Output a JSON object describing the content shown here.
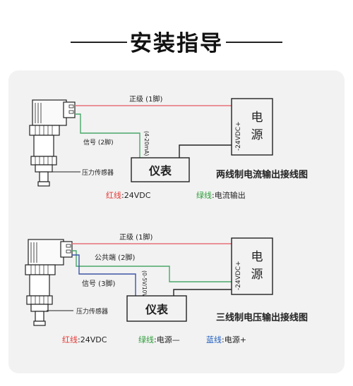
{
  "page": {
    "title": "安装指导"
  },
  "diagram_two_wire": {
    "positive_label": "正级 (1脚)",
    "signal_label": "信号 (2脚)",
    "range_label": "(4-20mA)",
    "sensor_label": "压力传感器",
    "meter_label": "仪表",
    "power_label_top": "电",
    "power_label_bottom": "源",
    "voltage_label": "-24VDC+",
    "title": "两线制电流输出接线图",
    "legend": [
      {
        "key": "红线",
        "sep": ":",
        "value": "24VDC",
        "color": "#e53935"
      },
      {
        "key": "绿线",
        "sep": ":",
        "value": "电流输出",
        "color": "#2e9e3a"
      }
    ]
  },
  "diagram_three_wire": {
    "positive_label": "正级 (1脚)",
    "common_label": "公共端 (2脚)",
    "signal_label": "信号 (3脚)",
    "range_label": "(0-5V/10V)",
    "sensor_label": "压力传感器",
    "meter_label": "仪表",
    "power_label_top": "电",
    "power_label_bottom": "源",
    "voltage_label": "-24VDC+",
    "title": "三线制电压输出接线图",
    "legend": [
      {
        "key": "红线",
        "sep": ":",
        "value": "24VDC",
        "color": "#e53935"
      },
      {
        "key": "绿线",
        "sep": ":",
        "value": "电源—",
        "color": "#2e9e3a"
      },
      {
        "key": "蓝线",
        "sep": ":",
        "value": "电源+",
        "color": "#1f5fbf"
      }
    ]
  },
  "colors": {
    "red_wire": "#e8707a",
    "green_wire": "#49a86a",
    "blue_wire": "#3c54a8",
    "black_wire": "#222222",
    "panel_bg": "#f2f2f2"
  }
}
